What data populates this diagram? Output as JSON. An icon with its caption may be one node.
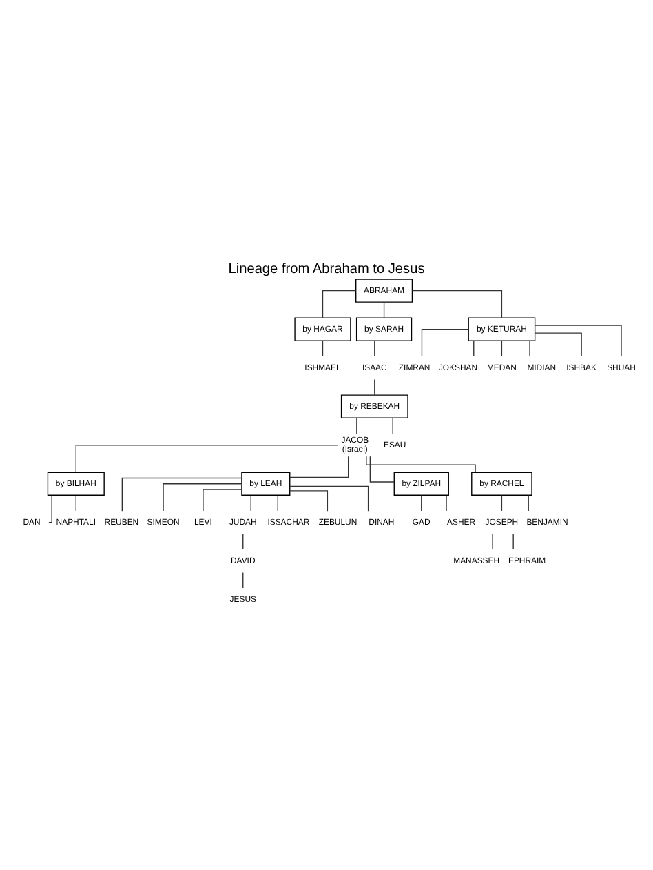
{
  "diagram": {
    "title": "Lineage from Abraham to Jesus",
    "nodes": [
      {
        "text": [
          "ABRAHAM"
        ]
      },
      {
        "text": [
          "by HAGAR"
        ]
      },
      {
        "text": [
          "by SARAH"
        ]
      },
      {
        "text": [
          "by KETURAH"
        ]
      },
      {
        "text": [
          "ISHMAEL"
        ]
      },
      {
        "text": [
          "ISAAC"
        ]
      },
      {
        "text": [
          "ZIMRAN"
        ]
      },
      {
        "text": [
          "JOKSHAN"
        ]
      },
      {
        "text": [
          "MEDAN"
        ]
      },
      {
        "text": [
          "MIDIAN"
        ]
      },
      {
        "text": [
          "ISHBAK"
        ]
      },
      {
        "text": [
          "SHUAH"
        ]
      },
      {
        "text": [
          "by REBEKAH"
        ]
      },
      {
        "text": [
          "JACOB",
          "(Israel)"
        ]
      },
      {
        "text": [
          "ESAU"
        ]
      },
      {
        "text": [
          "by BILHAH"
        ]
      },
      {
        "text": [
          "by LEAH"
        ]
      },
      {
        "text": [
          "by ZILPAH"
        ]
      },
      {
        "text": [
          "by RACHEL"
        ]
      },
      {
        "text": [
          "DAN"
        ]
      },
      {
        "text": [
          "NAPHTALI"
        ]
      },
      {
        "text": [
          "REUBEN"
        ]
      },
      {
        "text": [
          "SIMEON"
        ]
      },
      {
        "text": [
          "LEVI"
        ]
      },
      {
        "text": [
          "JUDAH"
        ]
      },
      {
        "text": [
          "ISSACHAR"
        ]
      },
      {
        "text": [
          "ZEBULUN"
        ]
      },
      {
        "text": [
          "DINAH"
        ]
      },
      {
        "text": [
          "GAD"
        ]
      },
      {
        "text": [
          "ASHER"
        ]
      },
      {
        "text": [
          "JOSEPH"
        ]
      },
      {
        "text": [
          "BENJAMIN"
        ]
      },
      {
        "text": [
          "MANASSEH"
        ]
      },
      {
        "text": [
          "EPHRAIM"
        ]
      },
      {
        "text": [
          "DAVID"
        ]
      },
      {
        "text": [
          "JESUS"
        ]
      }
    ],
    "edges": [
      {
        "from": 0,
        "to": 1,
        "arrow": "none"
      },
      {
        "from": 0,
        "to": 2,
        "arrow": "none"
      },
      {
        "from": 0,
        "to": 3,
        "arrow": "none"
      },
      {
        "from": 1,
        "to": 4,
        "arrow": "none"
      },
      {
        "from": 2,
        "to": 5,
        "arrow": "none"
      },
      {
        "from": 3,
        "to": 6,
        "arrow": "none"
      },
      {
        "from": 3,
        "to": 7,
        "arrow": "none"
      },
      {
        "from": 3,
        "to": 8,
        "arrow": "none"
      },
      {
        "from": 3,
        "to": 9,
        "arrow": "none"
      },
      {
        "from": 3,
        "to": 10,
        "arrow": "none"
      },
      {
        "from": 3,
        "to": 11,
        "arrow": "none"
      },
      {
        "from": 5,
        "to": 12,
        "arrow": "none"
      },
      {
        "from": 12,
        "to": 13,
        "arrow": "none"
      },
      {
        "from": 12,
        "to": 14,
        "arrow": "none"
      },
      {
        "from": 13,
        "to": 15,
        "arrow": "none"
      },
      {
        "from": 13,
        "to": 16,
        "arrow": "none"
      },
      {
        "from": 13,
        "to": 17,
        "arrow": "none"
      },
      {
        "from": 13,
        "to": 18,
        "arrow": "none"
      },
      {
        "from": 15,
        "to": 19,
        "arrow": "none"
      },
      {
        "from": 15,
        "to": 20,
        "arrow": "none"
      },
      {
        "from": 16,
        "to": 21,
        "arrow": "none"
      },
      {
        "from": 16,
        "to": 22,
        "arrow": "none"
      },
      {
        "from": 16,
        "to": 23,
        "arrow": "none"
      },
      {
        "from": 16,
        "to": 24,
        "arrow": "none"
      },
      {
        "from": 16,
        "to": 25,
        "arrow": "none"
      },
      {
        "from": 16,
        "to": 26,
        "arrow": "none"
      },
      {
        "from": 16,
        "to": 27,
        "arrow": "none"
      },
      {
        "from": 17,
        "to": 28,
        "arrow": "none"
      },
      {
        "from": 17,
        "to": 29,
        "arrow": "none"
      },
      {
        "from": 18,
        "to": 30,
        "arrow": "none"
      },
      {
        "from": 18,
        "to": 31,
        "arrow": "none"
      },
      {
        "from": 30,
        "to": 32,
        "arrow": "none"
      },
      {
        "from": 30,
        "to": 33,
        "arrow": "none"
      },
      {
        "from": 24,
        "to": 34,
        "arrow": "none"
      },
      {
        "from": 34,
        "to": 35,
        "arrow": "none"
      }
    ]
  }
}
